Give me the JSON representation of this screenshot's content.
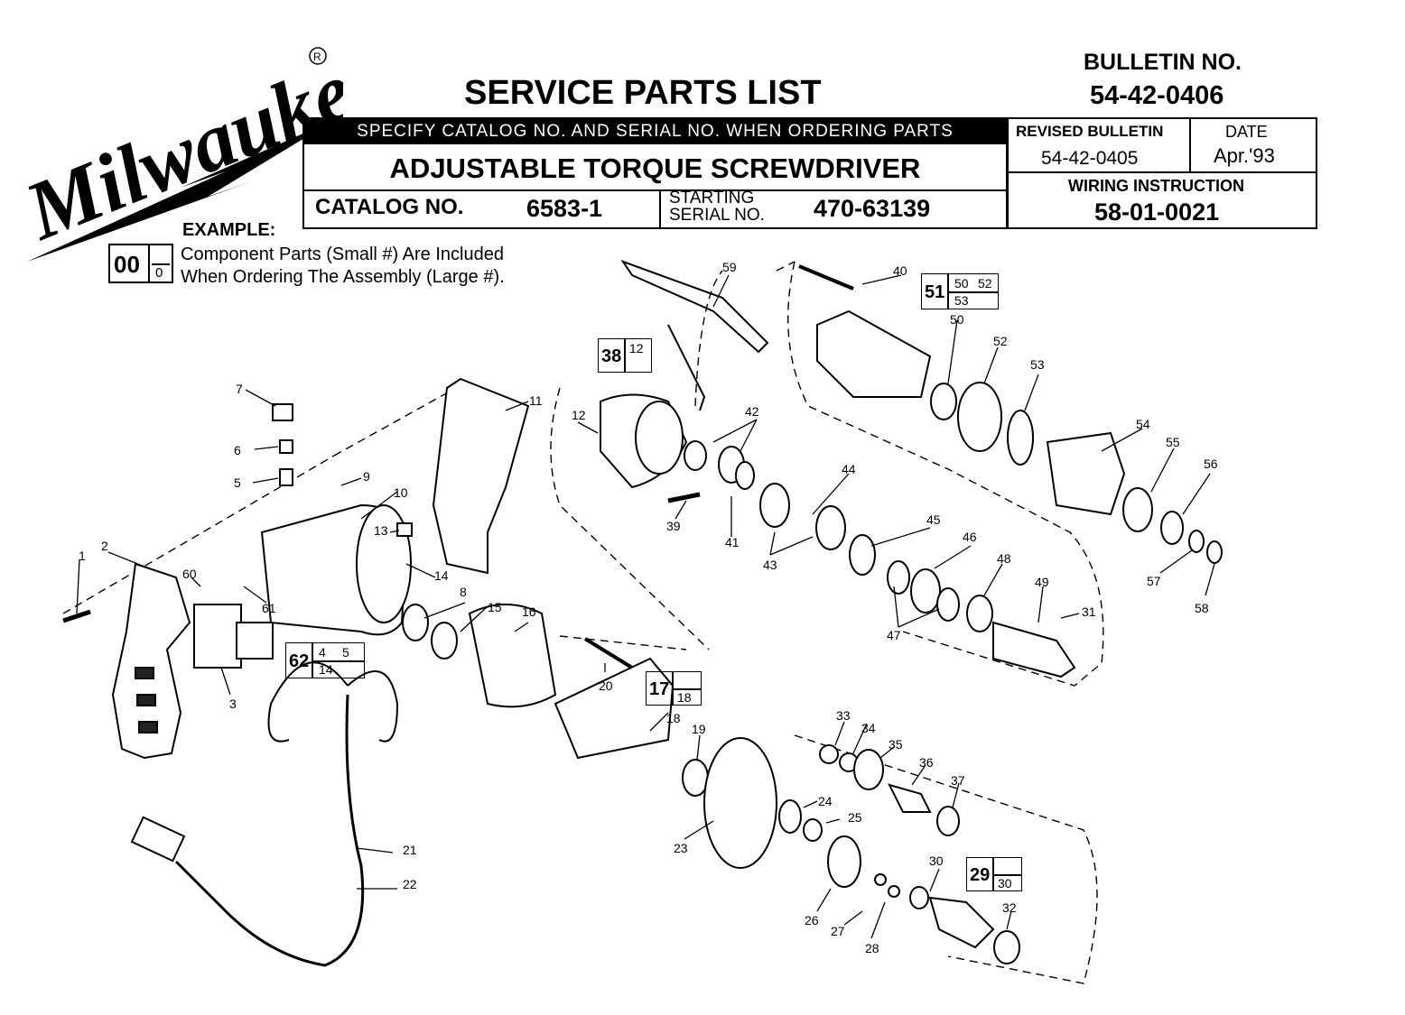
{
  "brand": {
    "logo": "Milwaukee",
    "registered": "®"
  },
  "doc_title": "SERVICE PARTS LIST",
  "bulletin": {
    "label": "BULLETIN NO.",
    "number": "54-42-0406"
  },
  "specify_notice": "SPECIFY CATALOG NO. AND SERIAL NO. WHEN ORDERING PARTS",
  "product": "ADJUSTABLE  TORQUE SCREWDRIVER",
  "catalog": {
    "label": "CATALOG NO.",
    "value": "6583-1"
  },
  "serial": {
    "label_line1": "STARTING",
    "label_line2": "SERIAL NO.",
    "value": "470-63139"
  },
  "revised": {
    "label": "REVISED BULLETIN",
    "value": "54-42-0405"
  },
  "date": {
    "label": "DATE",
    "value": "Apr.'93"
  },
  "wiring": {
    "label": "WIRING INSTRUCTION",
    "value": "58-01-0021"
  },
  "example": {
    "heading": "EXAMPLE:",
    "big": "00",
    "small": "0",
    "line1": "Component Parts (Small #) Are Included",
    "line2": "When Ordering The Assembly (Large #)."
  },
  "part_labels": [
    "1",
    "2",
    "3",
    "5",
    "6",
    "7",
    "8",
    "9",
    "10",
    "11",
    "12",
    "13",
    "14",
    "15",
    "16",
    "18",
    "19",
    "20",
    "21",
    "22",
    "23",
    "24",
    "25",
    "26",
    "27",
    "28",
    "30",
    "31",
    "32",
    "33",
    "34",
    "35",
    "36",
    "37",
    "39",
    "40",
    "41",
    "42",
    "43",
    "44",
    "45",
    "46",
    "47",
    "48",
    "49",
    "50",
    "52",
    "53",
    "54",
    "55",
    "56",
    "57",
    "58",
    "59",
    "60",
    "61"
  ],
  "assemblies": [
    {
      "big": "38",
      "small": [
        "12"
      ]
    },
    {
      "big": "51",
      "small": [
        "50",
        "52",
        "53"
      ]
    },
    {
      "big": "62",
      "small": [
        "4",
        "5",
        "14"
      ]
    },
    {
      "big": "17",
      "small": [
        "18"
      ]
    },
    {
      "big": "29",
      "small": [
        "30"
      ]
    }
  ]
}
